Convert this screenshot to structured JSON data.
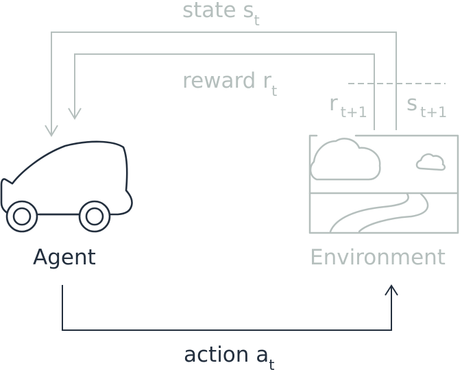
{
  "labels": {
    "state": {
      "text": "state s",
      "sub": "t"
    },
    "reward": {
      "text": "reward r",
      "sub": "t"
    },
    "r_next": {
      "text": "r",
      "sub": "t+1"
    },
    "s_next": {
      "text": "s",
      "sub": "t+1"
    },
    "agent": "Agent",
    "environment": "Environment",
    "action": {
      "text": "action a",
      "sub": "t"
    }
  },
  "colors": {
    "agent": "#232f3e",
    "environment": "#b5bfbd",
    "feedback_lines": "#b5bfbd",
    "action_line": "#232f3e"
  },
  "icons": {
    "agent": "car-icon",
    "environment": "landscape-icon"
  }
}
